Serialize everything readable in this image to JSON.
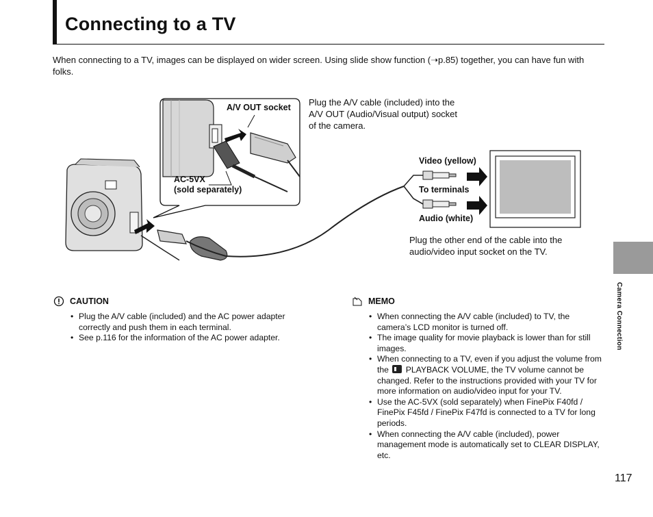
{
  "page": {
    "title": "Connecting to a TV",
    "intro": "When connecting to a TV, images can be displayed on wider screen. Using slide show function (➝p.85) together, you can have fun with folks.",
    "page_number": "117",
    "side_label": "Camera Connection"
  },
  "diagram": {
    "av_out_label": "A/V OUT socket",
    "adapter_label_1": "AC-5VX",
    "adapter_label_2": "(sold separately)",
    "plug_note": "Plug the A/V cable (included) into the A/V OUT (Audio/Visual output) socket of the camera.",
    "video_label": "Video (yellow)",
    "terminals_label": "To terminals",
    "audio_label": "Audio (white)",
    "tv_note": "Plug the other end of the cable into the audio/video input socket on the TV."
  },
  "caution": {
    "heading": "CAUTION",
    "items": [
      "Plug the A/V cable (included) and the AC power adapter correctly and push them in each terminal.",
      "See p.116 for the information of the AC power adapter."
    ]
  },
  "memo": {
    "heading": "MEMO",
    "items": [
      "When connecting the A/V cable (included) to TV, the camera’s LCD monitor is turned off.",
      "The image quality for movie playback is lower than for still images.",
      "Use the AC-5VX (sold separately) when FinePix F40fd / FinePix F45fd / FinePix F47fd is connected to a TV for long periods.",
      "When connecting the A/V cable (included), power management mode is automatically set to CLEAR DISPLAY, etc."
    ],
    "volume_item": {
      "before": "When connecting to a TV, even if you adjust the volume from the",
      "after": "PLAYBACK VOLUME, the TV volume cannot be changed. Refer to the instructions provided with your TV for more information on audio/video input for your TV."
    }
  }
}
